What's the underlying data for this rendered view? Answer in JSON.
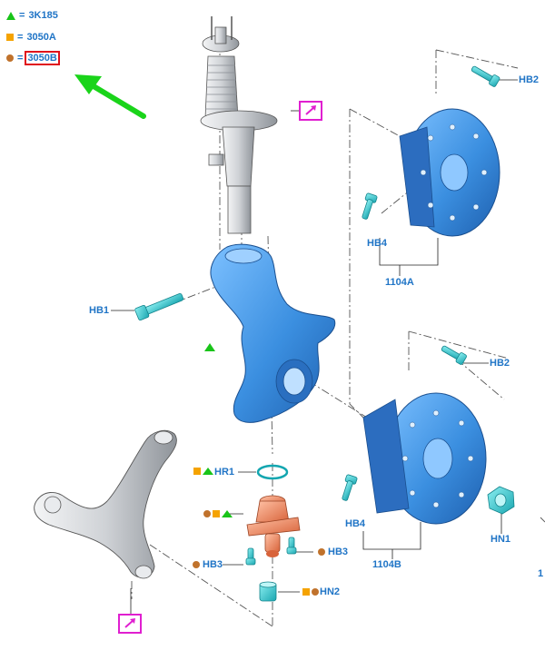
{
  "legend": [
    {
      "symbol": "triangle",
      "color": "#19c419",
      "eq": "=",
      "code": "3K185",
      "selected": false
    },
    {
      "symbol": "square",
      "color": "#f5a300",
      "eq": "=",
      "code": "3050A",
      "selected": false
    },
    {
      "symbol": "circle",
      "color": "#c0722c",
      "eq": "=",
      "code": "3050B",
      "selected": true
    }
  ],
  "labels": {
    "hb2_top": "HB2",
    "hb4_top": "HB4",
    "hub_top": "1104A",
    "hb1": "HB1",
    "hb2_mid": "HB2",
    "hr1": "HR1",
    "hb4_bot": "HB4",
    "hn1": "HN1",
    "hub_bot": "1104B",
    "hb3_right": "HB3",
    "hb3_left": "HB3",
    "hn2": "HN2",
    "cut_right": "1"
  },
  "colors": {
    "accent_blue": "#1f74c6",
    "part_blue": "#3b8fe0",
    "fastener_teal": "#33c9cf",
    "ball_joint": "#e8835b",
    "strut_grey": "#c9ccd0",
    "arrow_green": "#1ad41a",
    "reference_magenta": "#e01fd0",
    "highlight_red": "#e0101a"
  },
  "icons": [
    "reference-arrow-icon",
    "pointer-arrow-icon"
  ]
}
